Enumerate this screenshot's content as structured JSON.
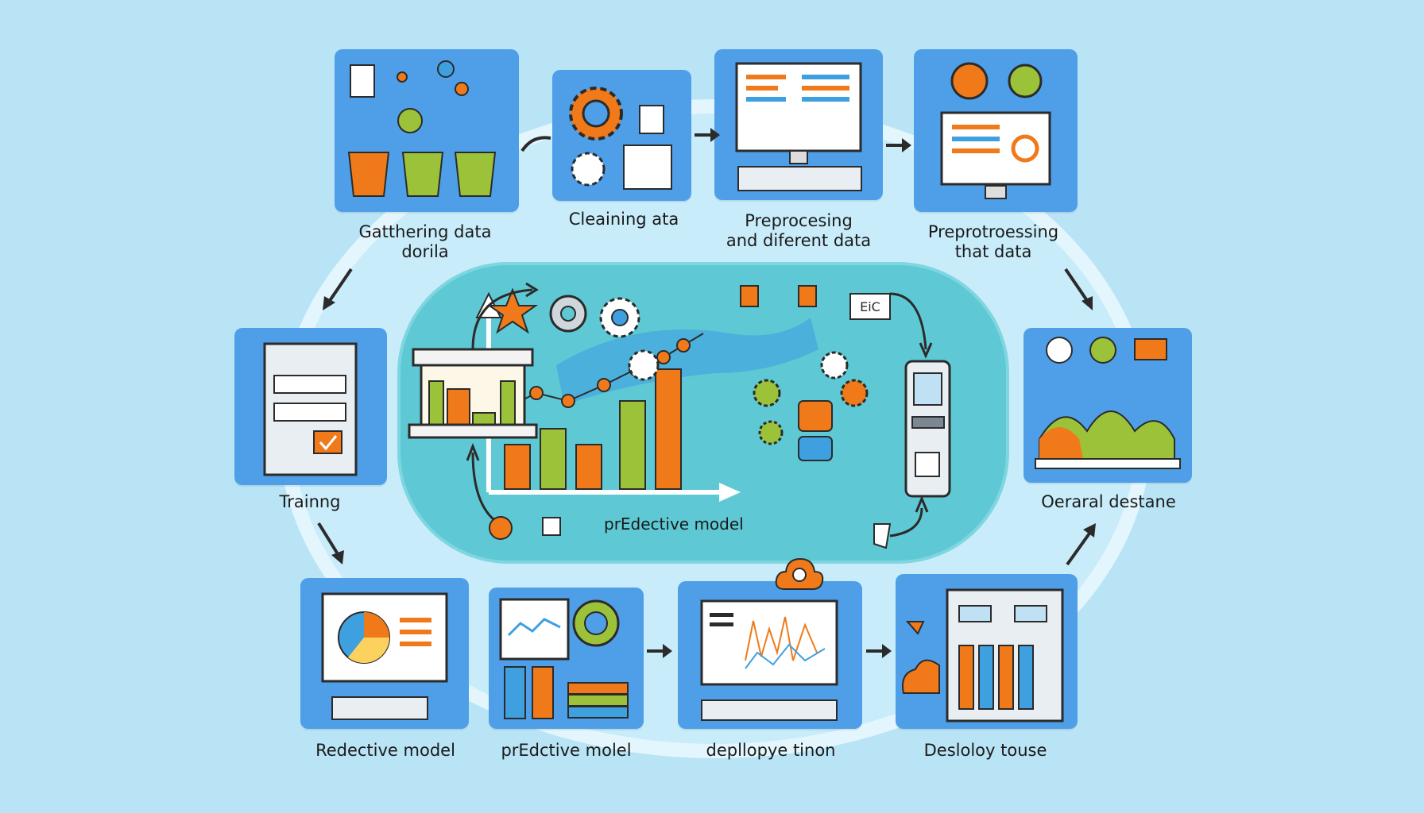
{
  "stages": {
    "gathering": {
      "line1": "Gatthering data",
      "line2": "dorila"
    },
    "cleaning": {
      "line1": "Cleaining ata"
    },
    "preprocessing_different": {
      "line1": "Preprocesing",
      "line2": "and diferent data"
    },
    "preprotroessing": {
      "line1": "Preprotroessing",
      "line2": "that data"
    },
    "training": {
      "line1": "Trainng"
    },
    "overal": {
      "line1": "Oeraral destane"
    },
    "redective": {
      "line1": "Redective model"
    },
    "predective_molel": {
      "line1": "prEdctive molel"
    },
    "deployment": {
      "line1": "depllopye tinon"
    },
    "deploy_touse": {
      "line1": "Desloloy touse"
    }
  },
  "center": {
    "label": "prEdective model",
    "badge": "EiC"
  },
  "colors": {
    "panel": "#4f9fe8",
    "orange": "#f07a1a",
    "green": "#9cc23a",
    "teal": "#5ec9d4",
    "background": "#b9e4f6"
  }
}
